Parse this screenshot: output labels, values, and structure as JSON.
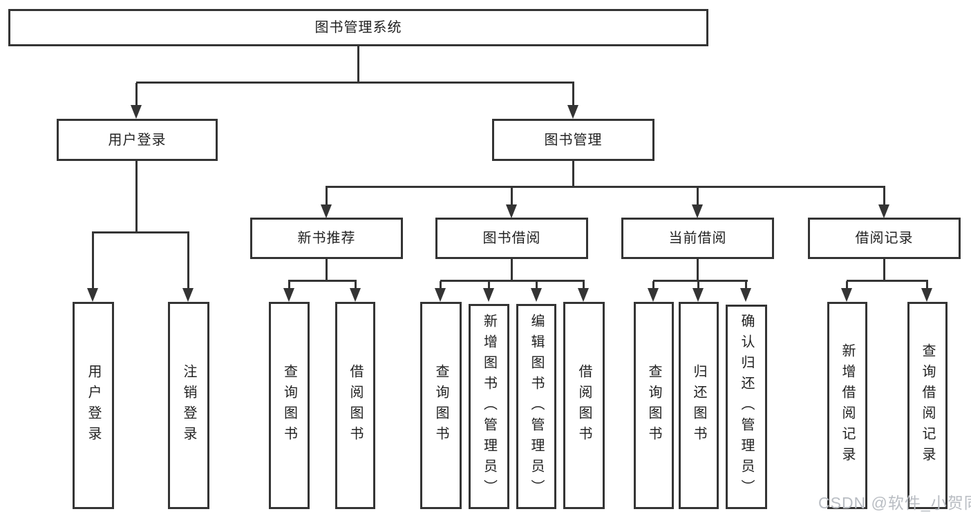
{
  "diagram": {
    "root": {
      "label": "图书管理系统"
    },
    "level2": {
      "user_login": {
        "label": "用户登录"
      },
      "book_mgmt": {
        "label": "图书管理"
      }
    },
    "level3": {
      "new_book_rec": {
        "label": "新书推荐"
      },
      "book_borrow": {
        "label": "图书借阅"
      },
      "current_borrow": {
        "label": "当前借阅"
      },
      "borrow_records": {
        "label": "借阅记录"
      }
    },
    "leaves": {
      "user_login_leaf": {
        "label": "用户登录"
      },
      "logout": {
        "label": "注销登录"
      },
      "rec_query_book": {
        "label": "查询图书"
      },
      "rec_borrow_book": {
        "label": "借阅图书"
      },
      "bor_query_book": {
        "label": "查询图书"
      },
      "bor_add_book": {
        "label": "新增图书（管理员）"
      },
      "bor_edit_book": {
        "label": "编辑图书（管理员）"
      },
      "bor_borrow_book": {
        "label": "借阅图书"
      },
      "cur_query_book": {
        "label": "查询图书"
      },
      "cur_return_book": {
        "label": "归还图书"
      },
      "cur_confirm_return": {
        "label": "确认归还（管理员）"
      },
      "rcd_add_record": {
        "label": "新增借阅记录"
      },
      "rcd_query_record": {
        "label": "查询借阅记录"
      }
    }
  },
  "watermark": {
    "text": "CSDN @软件_小贺同学"
  },
  "colors": {
    "line": "#343434",
    "text": "#222222",
    "watermark": "#b9bdc3",
    "background": "#ffffff"
  }
}
